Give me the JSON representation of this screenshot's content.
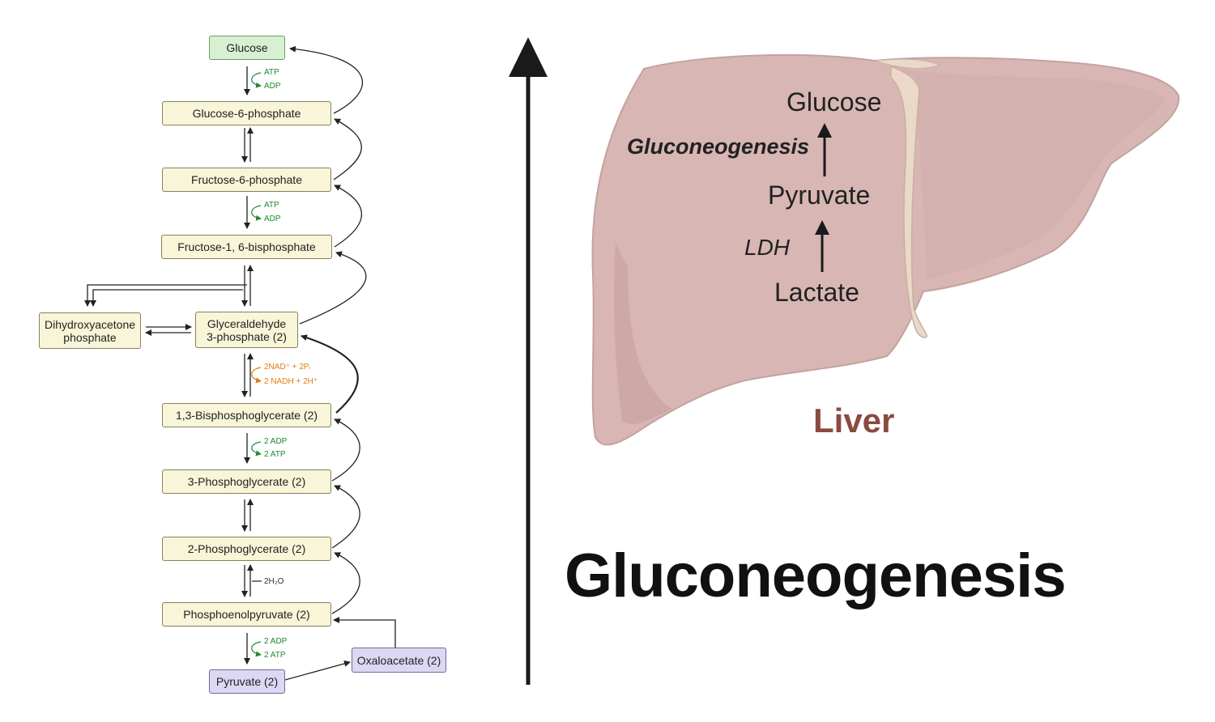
{
  "pathway": {
    "nodes": {
      "glucose": "Glucose",
      "g6p": "Glucose-6-phosphate",
      "f6p": "Fructose-6-phosphate",
      "f16bp": "Fructose-1, 6-bisphosphate",
      "dhap": "Dihydroxyacetone\nphosphate",
      "g3p": "Glyceraldehyde\n3-phosphate (2)",
      "bpg13": "1,3-Bisphosphoglycerate (2)",
      "pg3": "3-Phosphoglycerate (2)",
      "pg2": "2-Phosphoglycerate (2)",
      "pep": "Phosphoenolpyruvate (2)",
      "pyruvate": "Pyruvate (2)",
      "oaa": "Oxaloacetate (2)"
    },
    "cofactors": {
      "c1_in": "ATP",
      "c1_out": "ADP",
      "c2_in": "ATP",
      "c2_out": "ADP",
      "c3_in": "2NAD⁺ + 2Pᵢ",
      "c3_out": "2 NADH + 2H⁺",
      "c4_in": "2 ADP",
      "c4_out": "2 ATP",
      "c5": "2H₂O",
      "c6_in": "2 ADP",
      "c6_out": "2 ATP"
    }
  },
  "liver": {
    "glucose": "Glucose",
    "gluconeogenesis": "Gluconeogenesis",
    "pyruvate": "Pyruvate",
    "ldh": "LDH",
    "lactate": "Lactate",
    "organ_label": "Liver"
  },
  "main_title": "Gluconeogenesis",
  "colors": {
    "cofactor_green": "#1f8a2e",
    "cofactor_orange": "#e07b12",
    "liver_fill": "#d7b6b4",
    "liver_label": "#8b4a40"
  }
}
